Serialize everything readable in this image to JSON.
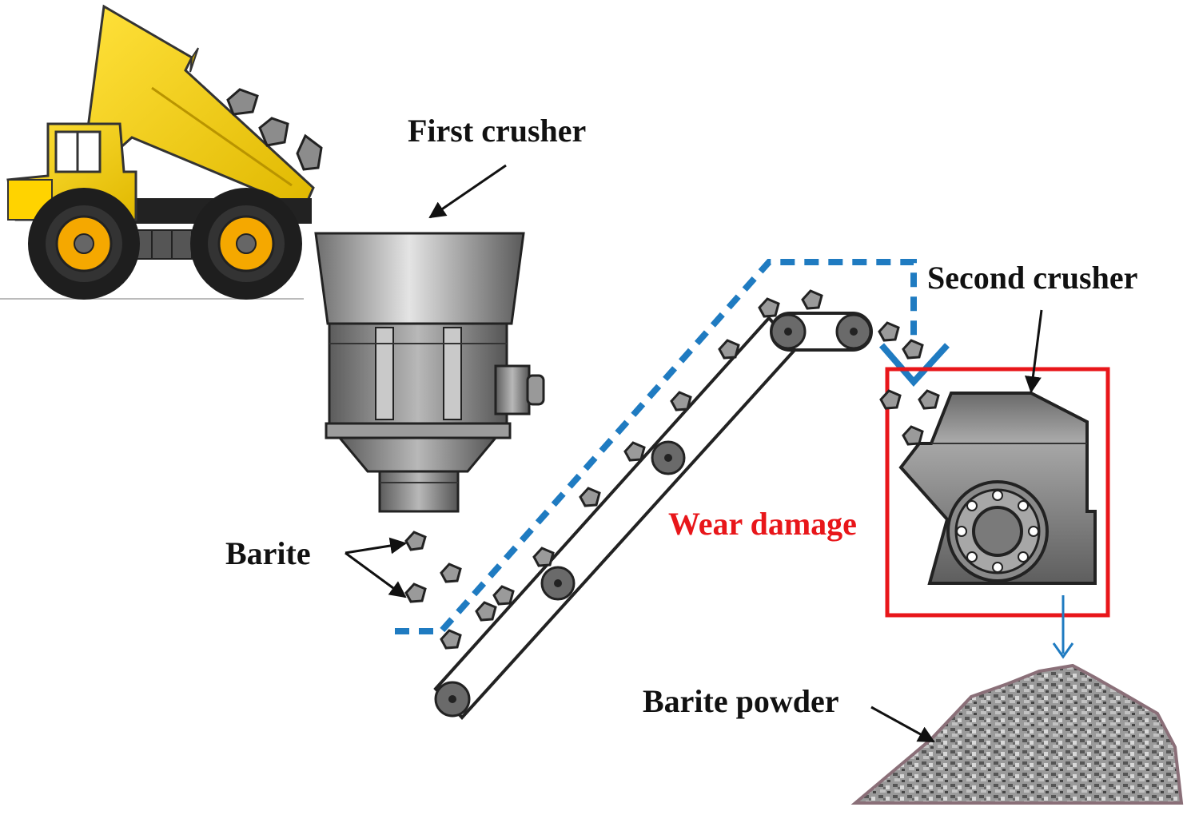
{
  "labels": {
    "first_crusher": "First crusher",
    "second_crusher": "Second crusher",
    "wear_damage": "Wear damage",
    "barite": "Barite",
    "barite_powder": "Barite powder"
  },
  "colors": {
    "truck_yellow": "#f5d31a",
    "flow_path_blue": "#1f7bc1",
    "damage_box_red": "#e8161a",
    "machine_gray": "#8a8a8a",
    "label_text": "#111111"
  },
  "icons": {
    "truck": "dump-truck-icon",
    "first_crusher": "cone-crusher-icon",
    "second_crusher": "hammer-crusher-icon",
    "conveyor": "belt-conveyor-icon",
    "rock": "barite-rock-icon",
    "pile": "powder-pile-icon"
  }
}
